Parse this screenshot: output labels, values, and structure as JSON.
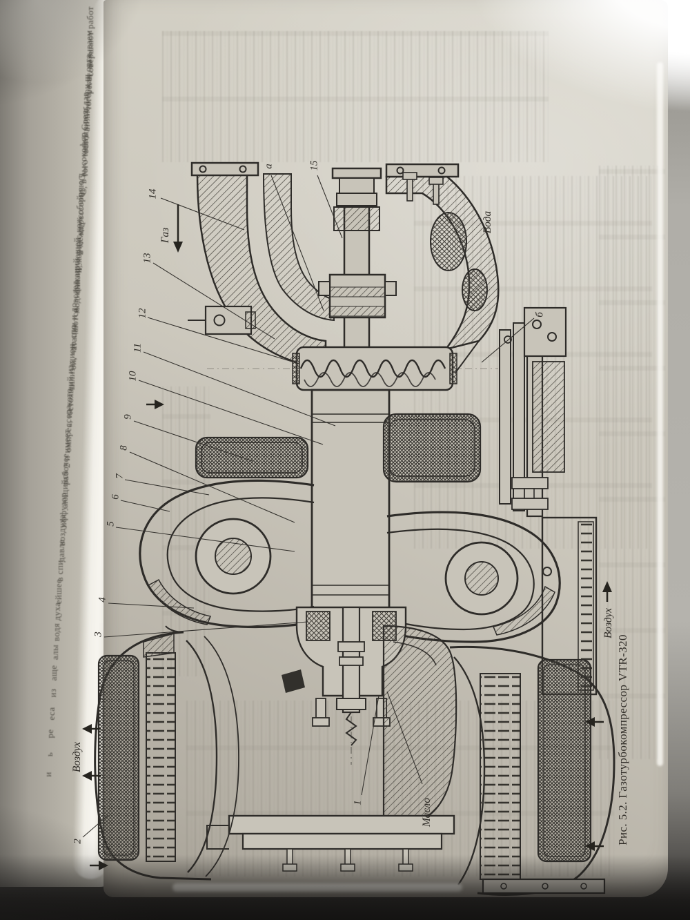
{
  "figure": {
    "caption": "Рис. 5.2. Газотурбокомпрессор VTR-320",
    "flow_labels": {
      "gas": "Газ",
      "water": "Вода",
      "air_right": "Воздух",
      "air_left": "Воздух",
      "oil": "Масло"
    },
    "callouts": [
      "1",
      "2",
      "3",
      "4",
      "5",
      "6",
      "7",
      "8",
      "9",
      "10",
      "11",
      "12",
      "13",
      "14",
      "15",
      "а",
      "б"
    ]
  },
  "left_page_text_fragments": [
    "совершают работ",
    "регат, называем",
    "того, как орга",
    "ат либо при ш",
    "остоянного дав",
    "того типа). Сред",
    "С, в высокофор",
    "00 °С.",
    "мпрессорную ч",
    "й между собой",
    "й, корпус кож",
    "онизирующей",
    "модификаций",
    "аются, вслед",
    "атации и до",
    "ой, что спо",
    "тилизацион",
    "стоящий из",
    "а, на кото",
    "омпрессора",
    "2 и имеет",
    "рабочее",
    "ающийся",
    "иффузор",
    "воздуха",
    "давле",
    "в спи",
    "ейшее",
    "духа",
    "водя",
    "алы",
    "аще",
    "из",
    "еса",
    "ре",
    "ь",
    "и"
  ],
  "colors": {
    "paper": "#c8c4b9",
    "ink": "#2e2c29",
    "backdrop": "#55534f",
    "page_edge": "#f4f2ec"
  }
}
